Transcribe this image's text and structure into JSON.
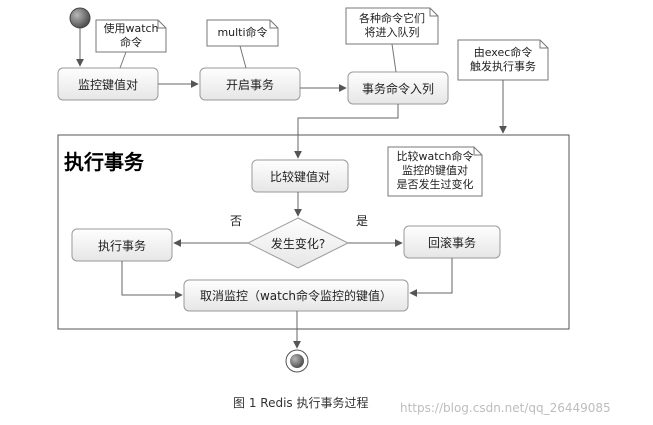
{
  "nodes": {
    "monitor": "监控键值对",
    "begin": "开启事务",
    "enqueue": "事务命令入列",
    "compare": "比较键值对",
    "decision": "发生变化?",
    "execute": "执行事务",
    "rollback": "回滚事务",
    "unwatch": "取消监控（watch命令监控的键值）"
  },
  "notes": {
    "watch": "使用watch\n命令",
    "multi": "multi命令",
    "queue": "各种命令它们\n将进入队列",
    "exec": "由exec命令\n触发执行事务",
    "compare": "比较watch命令\n监控的键值对\n是否发生过变化"
  },
  "frame": {
    "title": "执行事务"
  },
  "branches": {
    "no": "否",
    "yes": "是"
  },
  "caption": "图 1   Redis 执行事务过程",
  "watermark": "https://blog.csdn.net/qq_26449085",
  "colors": {
    "line": "#666666",
    "node_top": "#fdfdfd",
    "node_bottom": "#e9e9e9",
    "node_border": "#9a9a9a"
  }
}
